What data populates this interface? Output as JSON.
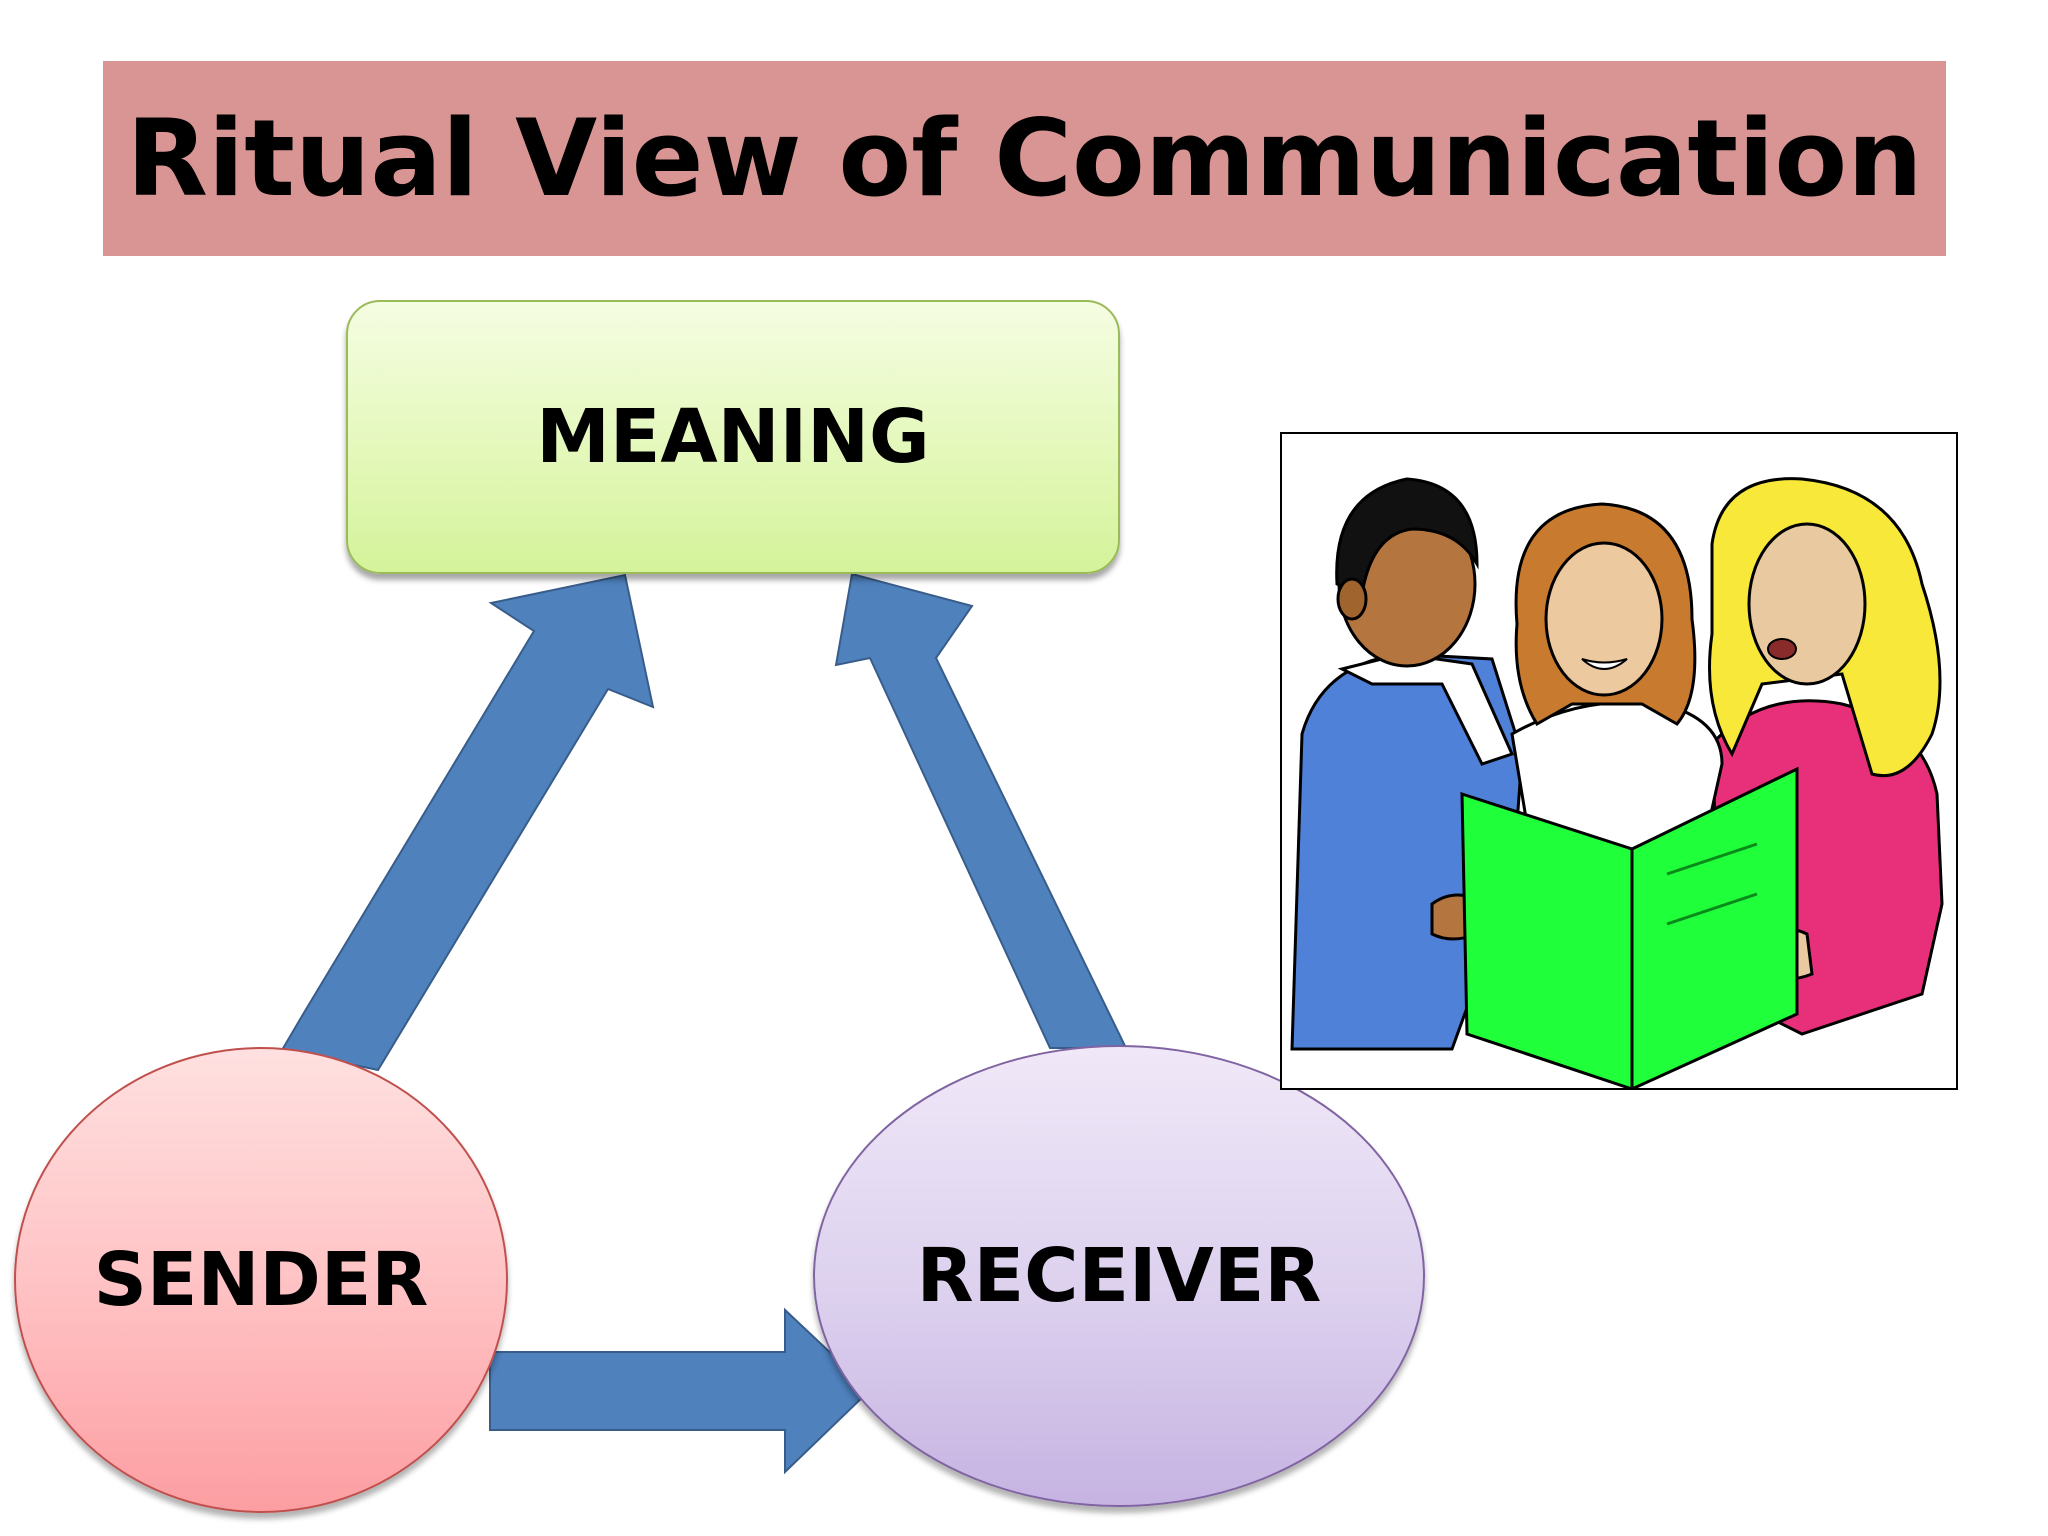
{
  "title": "Ritual View of Communication",
  "nodes": {
    "meaning": "MEANING",
    "sender": "SENDER",
    "receiver": "RECEIVER"
  },
  "colors": {
    "title_bar": "#d99594",
    "arrow_fill": "#4f81bd",
    "arrow_stroke": "#385d8a",
    "meaning_fill": "#e4f8bb",
    "sender_fill": "#ffc0c2",
    "receiver_fill": "#dcd0ee",
    "book_green": "#00ff33"
  },
  "illustration": {
    "subject": "three people singing from a green songbook"
  }
}
